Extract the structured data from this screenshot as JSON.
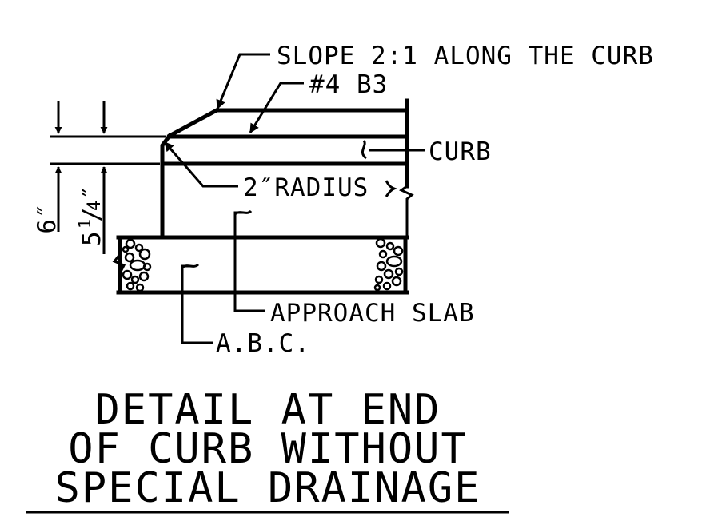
{
  "notes": {
    "slope": "SLOPE 2:1 ALONG THE CURB",
    "rebar": "#4 B3",
    "curb": "CURB",
    "radius": "2″RADIUS",
    "approach_slab": "APPROACH SLAB",
    "abc": "A.B.C."
  },
  "dimensions": {
    "dim_6": "6″",
    "dim_5_1_4_whole": "5",
    "dim_5_1_4_num": "1",
    "dim_5_1_4_slash": "/",
    "dim_5_1_4_den": "4",
    "dim_5_1_4_inch": "″"
  },
  "title": {
    "line1": "DETAIL AT END",
    "line2": "OF CURB WITHOUT",
    "line3": "SPECIAL DRAINAGE"
  }
}
